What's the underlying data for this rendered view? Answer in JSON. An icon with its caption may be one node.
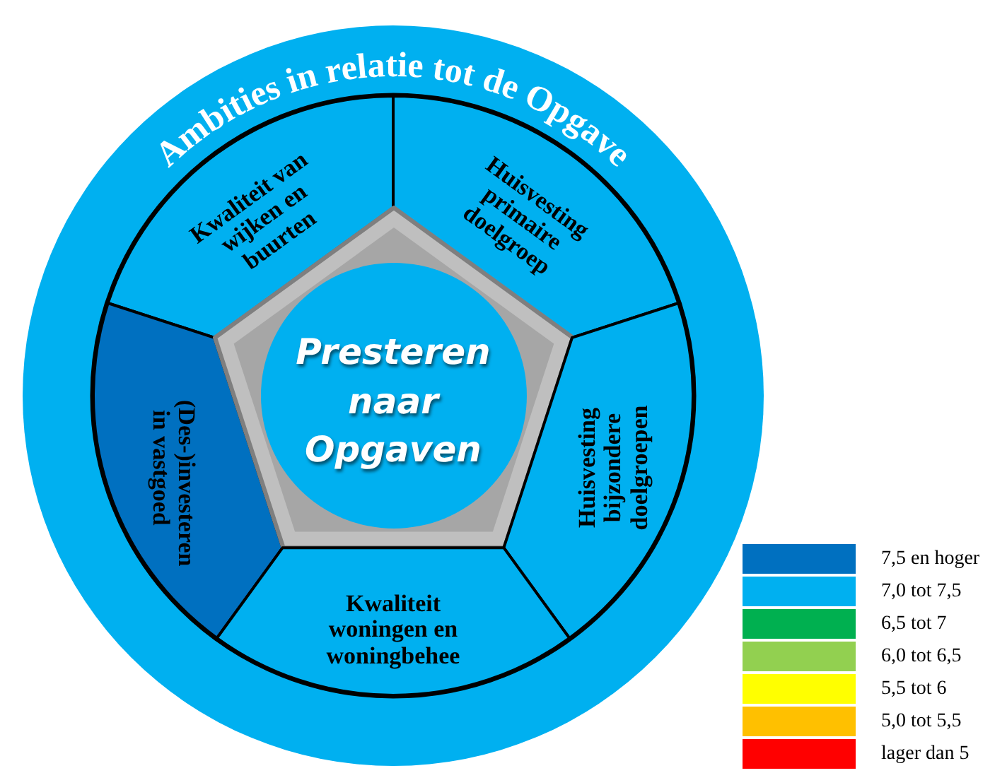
{
  "diagram": {
    "nodes": [
      {
        "text": [
          "Ambities in relatie tot de Opgave"
        ]
      },
      {
        "text": [
          "Kwaliteit van wijken en buurten"
        ],
        "in": 0
      },
      {
        "text": [
          "Huisvesting primaire doelgroep"
        ],
        "in": 0
      },
      {
        "text": [
          "(Des-)investeren in vastgoed"
        ],
        "in": 0
      },
      {
        "text": [
          "Presteren naar Opgaven"
        ],
        "in": 0
      },
      {
        "text": [
          "Huisvesting bijzondere doelgroepen"
        ],
        "in": 0
      },
      {
        "text": [
          "Kwaliteit woningen en woningbehee"
        ],
        "in": 0
      }
    ],
    "legend": [
      {
        "text": "7,5 en hoger",
        "color": "#0070c0"
      },
      {
        "text": "7,0 tot 7,5",
        "color": "#00b0f0"
      },
      {
        "text": "6,5 tot 7",
        "color": "#00b050"
      },
      {
        "text": "6,0 tot 6,5",
        "color": "#92d050"
      },
      {
        "text": "5,5 tot 6",
        "color": "#ffff00"
      },
      {
        "text": "5,0 tot 5,5",
        "color": "#ffc000"
      },
      {
        "text": "lager dan 5",
        "color": "#ff0000"
      }
    ]
  }
}
